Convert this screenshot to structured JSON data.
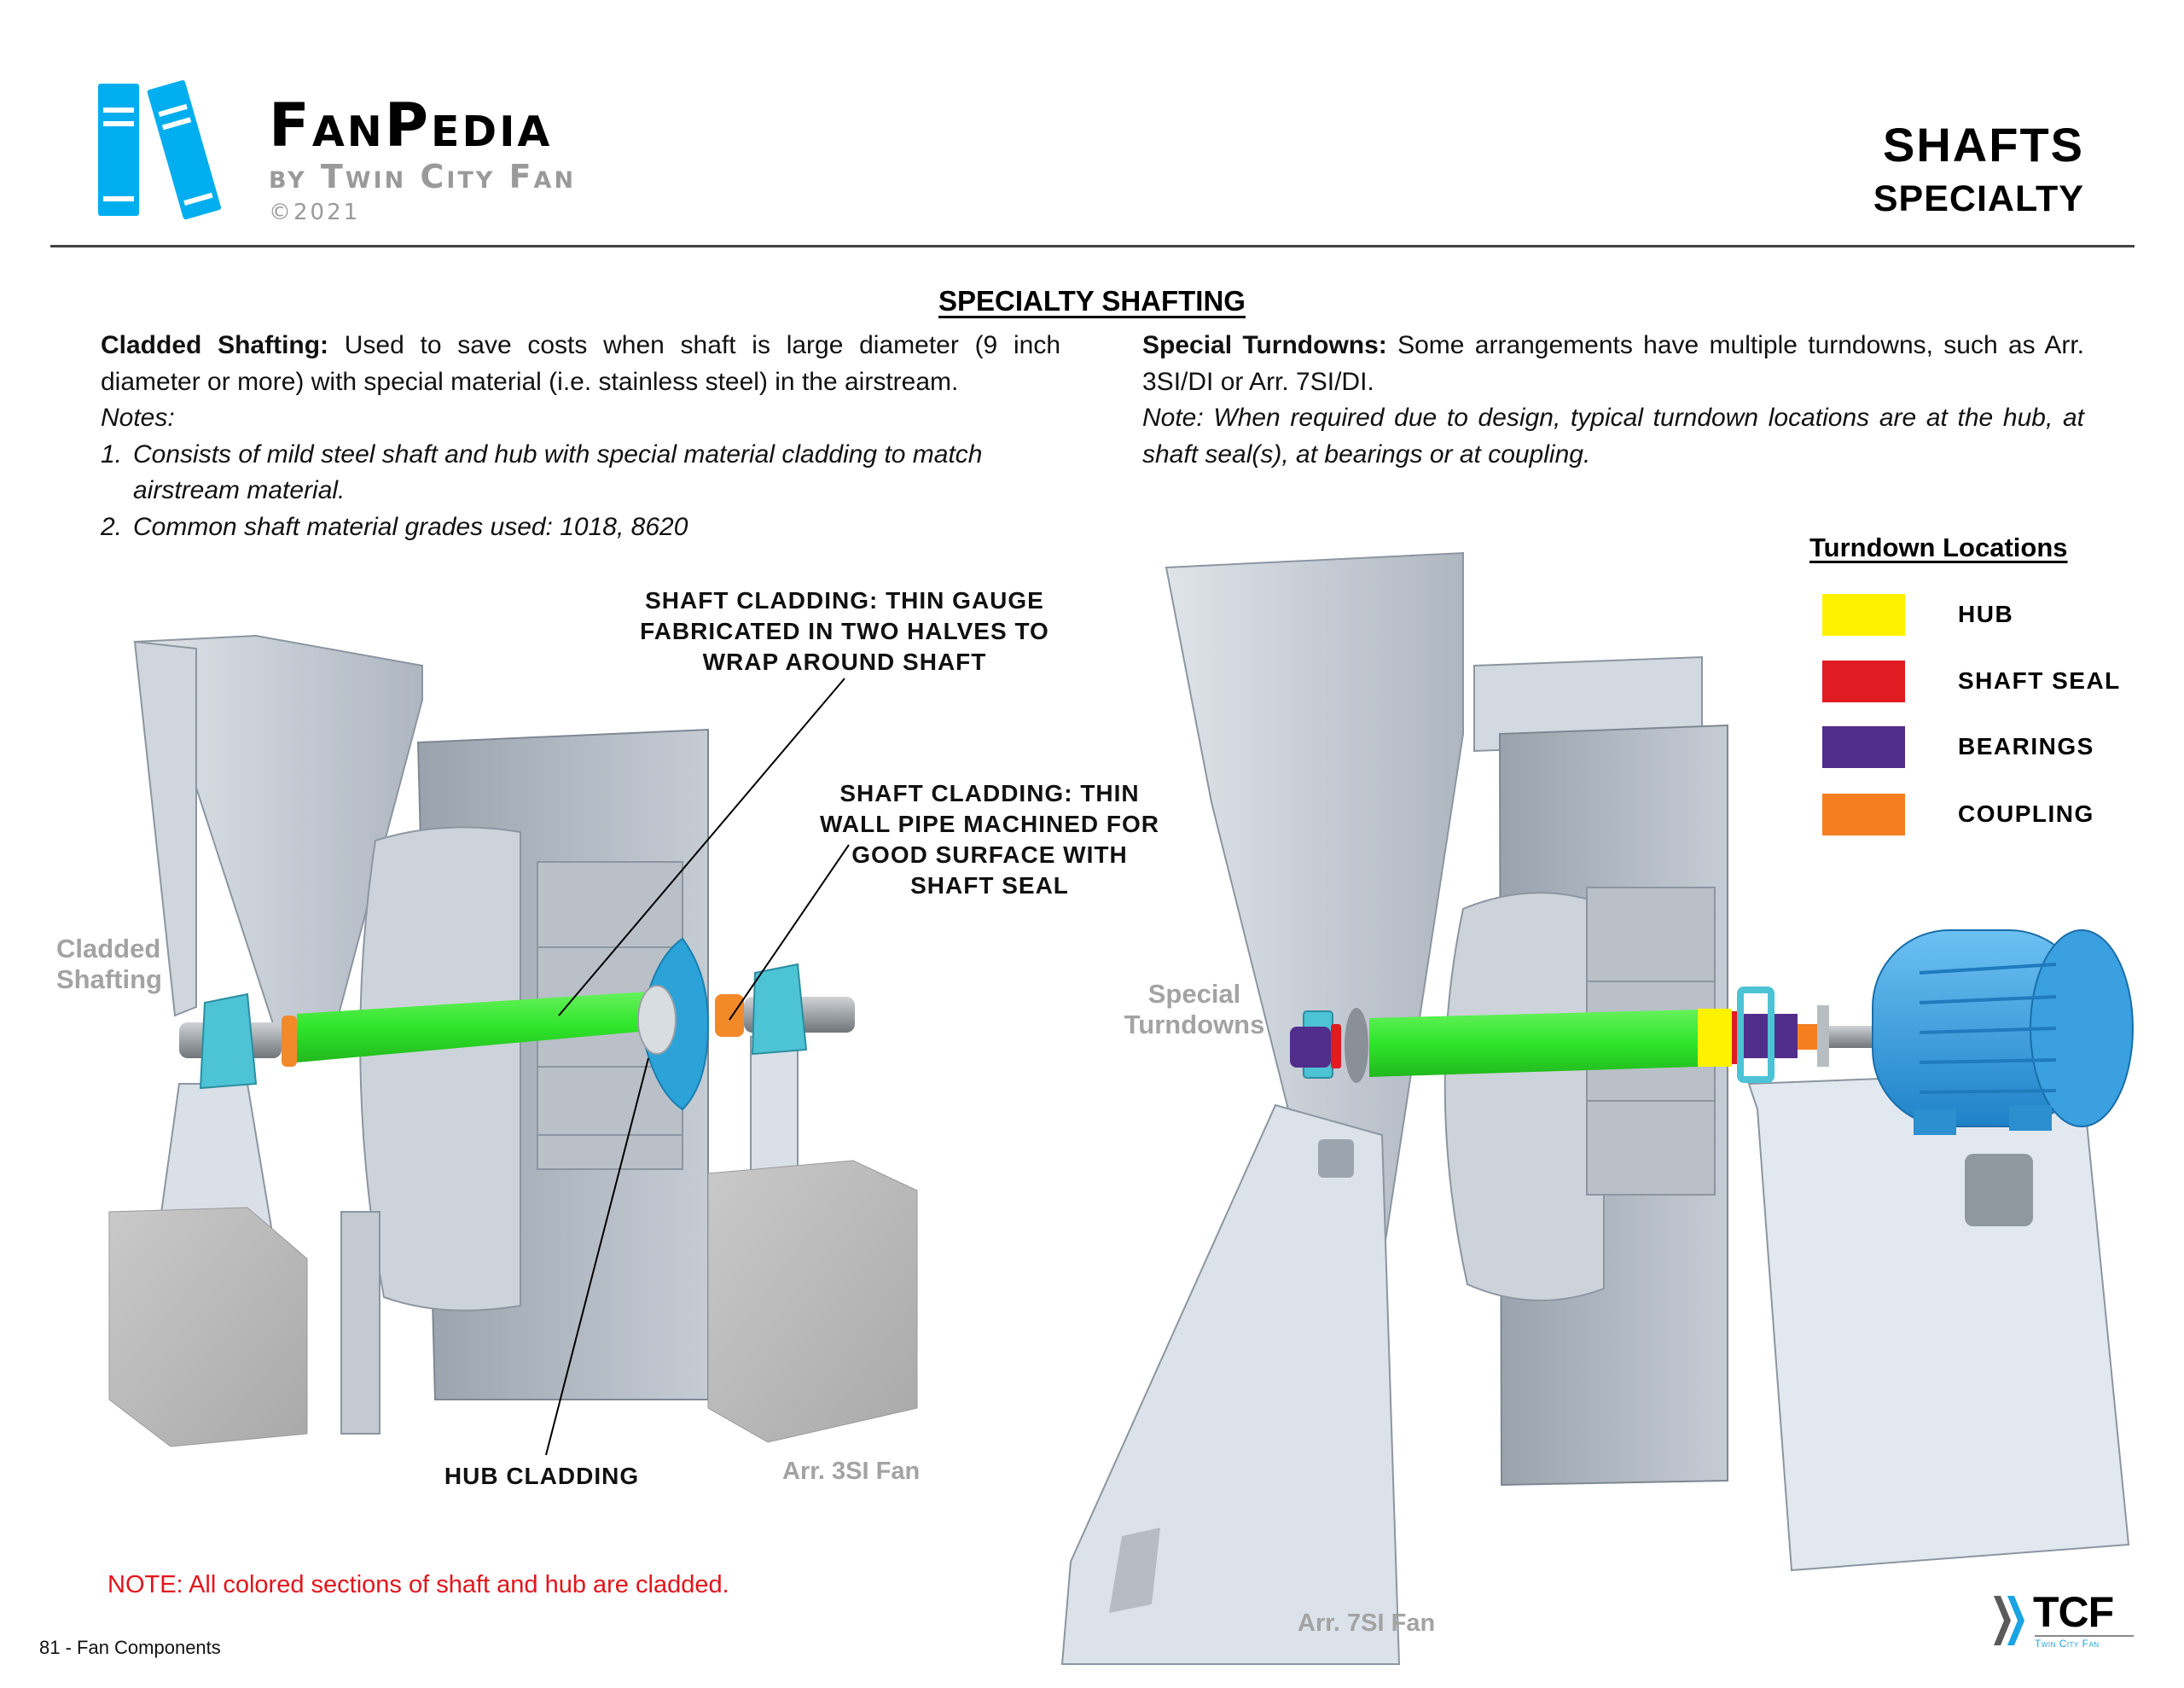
{
  "header": {
    "brand": "FanPedia",
    "brand_sub": "by Twin City Fan",
    "copyright": "©2021",
    "title": "SHAFTS",
    "subtitle": "SPECIALTY"
  },
  "section_title": "SPECIALTY SHAFTING",
  "left_column": {
    "lead_bold": "Cladded Shafting:",
    "lead_text": " Used to save costs when shaft is large diameter (9 inch diameter or more) with special material (i.e. stainless steel) in the airstream.",
    "notes_label": "Notes:",
    "notes": [
      {
        "num": "1.",
        "text": "Consists of mild steel shaft and hub with special material cladding to match airstream material."
      },
      {
        "num": "2.",
        "text": "Common shaft material grades used: 1018, 8620"
      }
    ]
  },
  "right_column": {
    "lead_bold": "Special Turndowns:",
    "lead_text": " Some arrangements have multiple turndowns, such as Arr. 3SI/DI or Arr. 7SI/DI.",
    "note": "Note: When required due to design, typical turndown locations are at the hub, at shaft seal(s), at bearings or at coupling."
  },
  "legend": {
    "title": "Turndown Locations",
    "items": [
      {
        "label": "HUB",
        "color": "#fff200"
      },
      {
        "label": "SHAFT SEAL",
        "color": "#e11b22"
      },
      {
        "label": "BEARINGS",
        "color": "#522e8c"
      },
      {
        "label": "COUPLING",
        "color": "#f57f20"
      }
    ]
  },
  "callouts": {
    "shaft_cladding_gauge": "SHAFT CLADDING: THIN GAUGE FABRICATED IN TWO HALVES TO WRAP AROUND SHAFT",
    "shaft_cladding_pipe": "SHAFT CLADDING: THIN WALL PIPE MACHINED FOR GOOD SURFACE WITH SHAFT SEAL",
    "hub_cladding": "HUB CLADDING"
  },
  "labels": {
    "cladded_shafting": "Cladded Shafting",
    "special_turndowns": "Special Turndowns",
    "arr3": "Arr. 3SI Fan",
    "arr7": "Arr. 7SI Fan"
  },
  "red_note": "NOTE: All colored sections of shaft and hub are cladded.",
  "footer": "81 - Fan Components",
  "tcf_logo": {
    "mark": "TCF",
    "sub": "Twin City Fan"
  },
  "colors": {
    "accent_blue": "#00aeef",
    "cladding_green": "#3ee63a",
    "bearing_teal": "#4dc3d6",
    "motor_blue": "#3aa0e0",
    "steel_gray": "#c8ced6"
  }
}
